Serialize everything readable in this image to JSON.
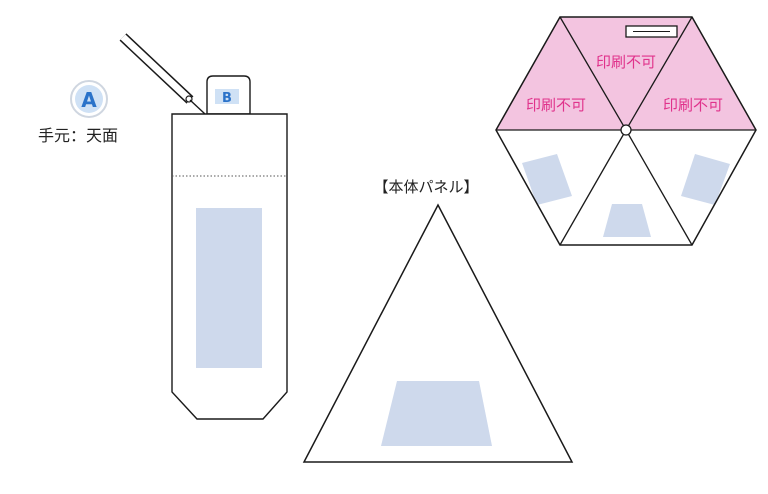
{
  "marker_a": {
    "letter": "A",
    "caption": "手元：天面"
  },
  "marker_b": {
    "letter": "B"
  },
  "panel_title": "【本体パネル】",
  "hexagon": {
    "forbidden_label": "印刷不可"
  },
  "colors": {
    "stroke": "#1a1a1a",
    "print_area": "#ced9ec",
    "no_print_fill": "#f3c4e0",
    "no_print_text": "#e0338c",
    "marker_blue": "#2a72c9",
    "marker_bg": "#cfe1f5"
  }
}
